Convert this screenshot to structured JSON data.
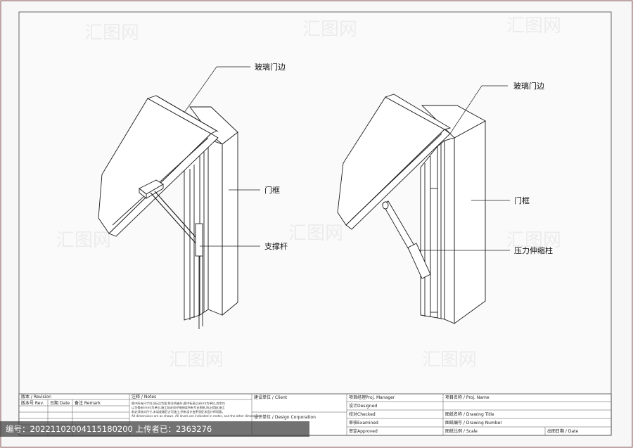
{
  "labels": {
    "left_glass_edge": "玻璃门边",
    "left_door_frame": "门框",
    "left_support_rod": "支撑杆",
    "right_glass_edge": "玻璃门边",
    "right_door_frame": "门框",
    "right_gas_strut": "压力伸缩柱"
  },
  "title_block": {
    "revision_header": "版本 / Revision",
    "rev_no": "版本号 Rev.",
    "date": "日期 Date",
    "remark": "备注 Remark",
    "notes_header": "注释 / Notes",
    "notes_text_1": "图中所有尺寸均以标注为准;除注明者外,图中标高以米(m)为单位,其余均",
    "notes_text_2": "以为毫米(mm)为单位;施工前必须仔细阅读所有专业图纸,防止错缺;施工",
    "notes_text_3": "前必须核对尺寸,未误差最后方可施工;所有设计变更须征求设计师同意。",
    "notes_text_4": "All dimensions are as shown. All levels are indicated in meter, and the other dimensions",
    "client": "建设单位 / Client",
    "design_corp": "设计单位 / Design Corporation",
    "proj_manager": "项目经理Proj. Manager",
    "designed": "设计Designed",
    "checked": "校对Checked",
    "examined": "审核Examined",
    "approved": "审定Approved",
    "proj_name": "项目名称 / Proj. Name",
    "drawing_title": "图纸名称 / Drawing Title",
    "drawing_number": "图纸编号 / Drawing Number",
    "scale": "图纸比例 / Scale",
    "print_date": "出图日期 / Date"
  },
  "footer": {
    "text": "编号：20221102004115180200 上传者已：2363276"
  },
  "watermark": "汇图网"
}
